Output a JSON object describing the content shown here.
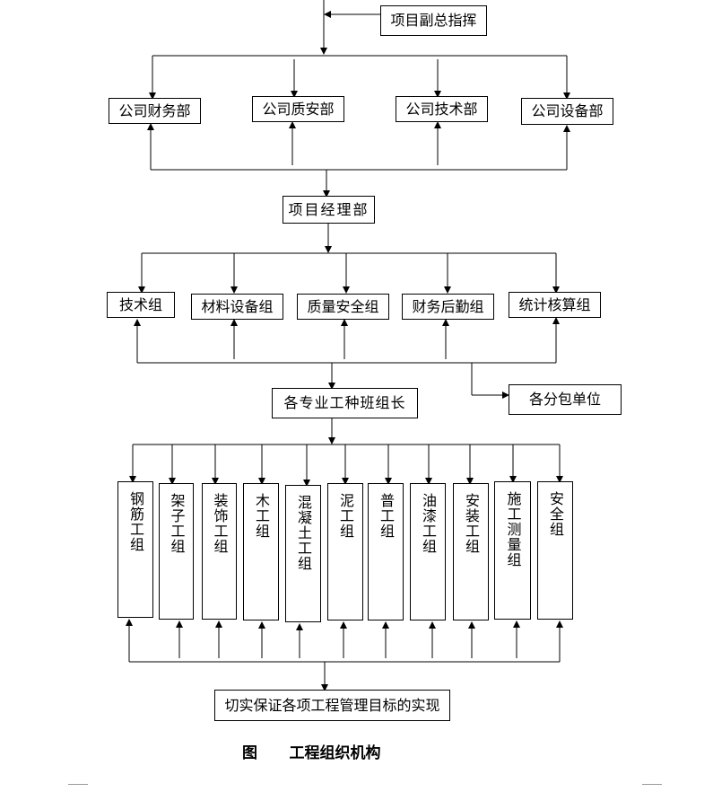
{
  "top_box": "项目副总指挥",
  "departments": [
    "公司财务部",
    "公司质安部",
    "公司技术部",
    "公司设备部"
  ],
  "manager": "项目经理部",
  "groups": [
    "技术组",
    "材料设备组",
    "质量安全组",
    "财务后勤组",
    "统计核算组"
  ],
  "subcontract": "各分包单位",
  "team_leaders": "各专业工种班组长",
  "work_teams": [
    "钢筋工组",
    "架子工组",
    "装饰工组",
    "木工组",
    "混凝土工组",
    "泥工组",
    "普工组",
    "油漆工组",
    "安装工组",
    "施工测量组",
    "安全组"
  ],
  "goal": "切实保证各项工程管理目标的实现",
  "caption": "图      工程组织机构"
}
